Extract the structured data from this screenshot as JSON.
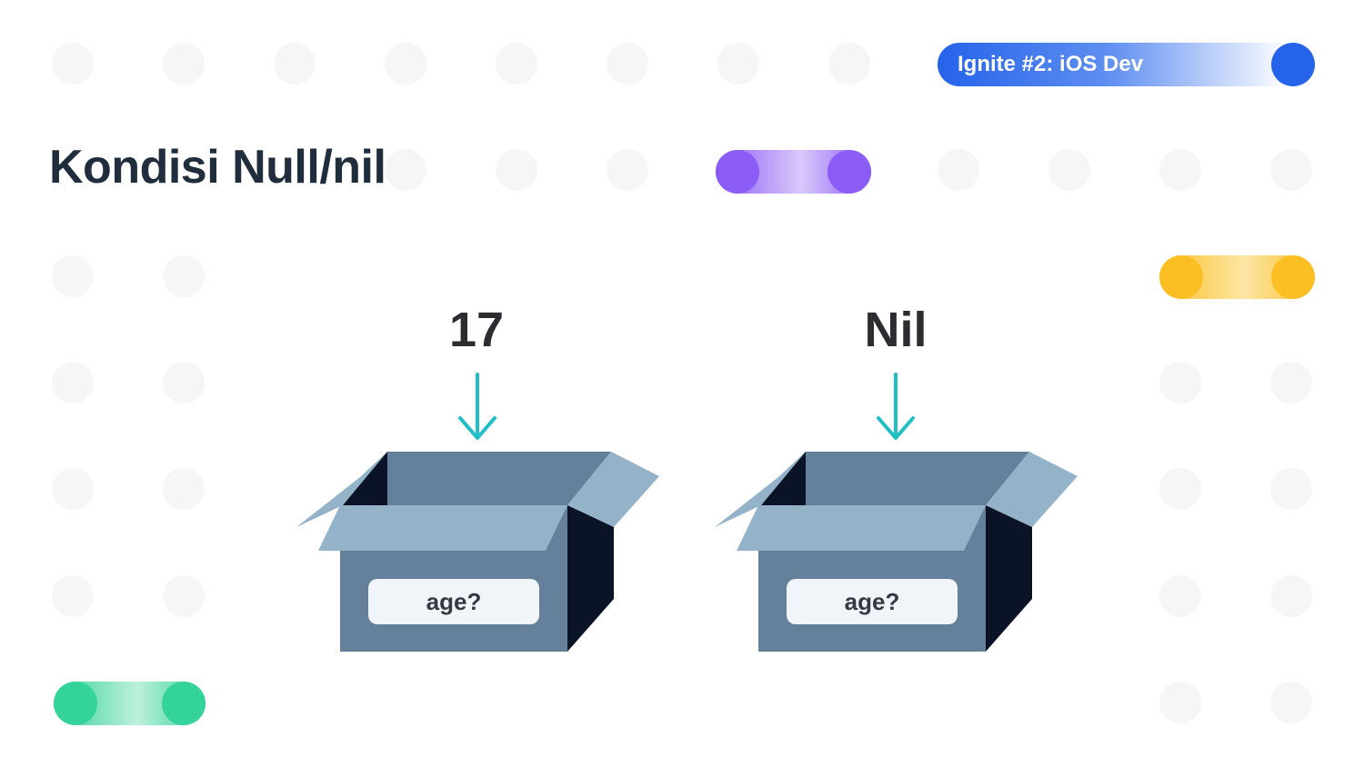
{
  "badge": {
    "label": "Ignite #2: iOS Dev",
    "color": "#2563eb"
  },
  "title": "Kondisi Null/nil",
  "boxes": [
    {
      "value": "17",
      "tag": "age?"
    },
    {
      "value": "Nil",
      "tag": "age?"
    }
  ],
  "colors": {
    "arrow": "#1fbfc3",
    "box_front": "#64809a",
    "box_flap": "#94b3c9",
    "box_dark": "#0b1426",
    "title": "#1f2d3d",
    "accent_purple": "#8b5cf6",
    "accent_yellow": "#fbbf24",
    "accent_green": "#34d399"
  }
}
